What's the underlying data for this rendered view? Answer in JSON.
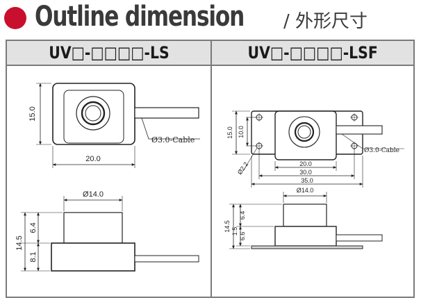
{
  "header": {
    "title": "Outline dimension",
    "subtitle": "/ 外形尺寸",
    "accent_color": "#c8102e"
  },
  "left": {
    "model": "UV□-□□□□-LS",
    "top_view": {
      "height": "15.0",
      "width": "20.0",
      "cable": "Ø3.0-Cable"
    },
    "side_view": {
      "lens_dia": "Ø14.0",
      "overall": "14.5",
      "upper": "6.4",
      "lower": "8.1"
    }
  },
  "right": {
    "model": "UV□-□□□□-LSF",
    "top_view": {
      "height": "15.0",
      "inner_height": "10.0",
      "width_inner": "20.0",
      "width_holes": "30.0",
      "width_total": "35.0",
      "hole_dia": "Ø2.2",
      "cable": "Ø3.0-Cable"
    },
    "side_view": {
      "lens_dia": "Ø14.0",
      "overall": "14.5",
      "upper": "6.4",
      "flange": "1.5",
      "lower": "6.6"
    }
  }
}
